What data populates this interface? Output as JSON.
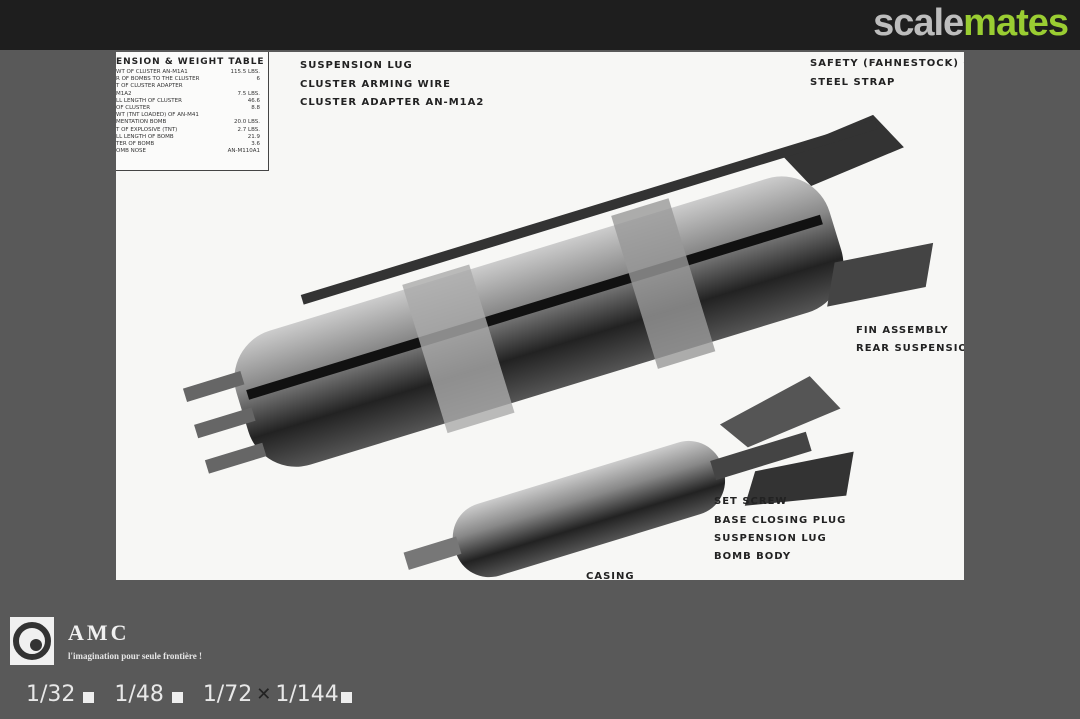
{
  "site_logo": {
    "part1": "scale",
    "part2": "mates",
    "colors": {
      "part1": "#bdbdbd",
      "part2": "#9acd32"
    }
  },
  "photo": {
    "table": {
      "title": "ENSION & WEIGHT TABLE",
      "rows": [
        [
          "WT OF CLUSTER AN-M1A1",
          "115.5 LBS."
        ],
        [
          "R OF BOMBS TO THE CLUSTER",
          "6"
        ],
        [
          "T OF CLUSTER ADAPTER",
          ""
        ],
        [
          "M1A2",
          "7.5 LBS."
        ],
        [
          "LL LENGTH OF CLUSTER",
          "46.6"
        ],
        [
          "OF CLUSTER",
          "8.8"
        ],
        [
          "WT (TNT LOADED) OF AN-M41",
          ""
        ],
        [
          "MENTATION BOMB",
          "20.0 LBS."
        ],
        [
          "T OF EXPLOSIVE (TNT)",
          "2.7 LBS."
        ],
        [
          "LL LENGTH OF BOMB",
          "21.9"
        ],
        [
          "TER OF BOMB",
          "3.6"
        ],
        [
          "OMB NOSE",
          "AN-M110A1"
        ]
      ]
    },
    "labels_top_left": [
      "SUSPENSION LUG",
      "CLUSTER ARMING WIRE",
      "CLUSTER ADAPTER AN-M1A2"
    ],
    "labels_top_right": [
      "SAFETY (FAHNESTOCK) CLIP",
      "STEEL STRAP"
    ],
    "labels_mid_right": [
      "FIN ASSEMBLY",
      "REAR SUSPENSION"
    ],
    "labels_bottom": [
      "SET SCREW",
      "BASE CLOSING PLUG",
      "SUSPENSION LUG",
      "BOMB BODY"
    ],
    "label_casing": "CASING"
  },
  "brand": {
    "name": "AMC",
    "tagline": "l'imagination pour seule frontière !"
  },
  "scales": [
    {
      "label": "1/32",
      "selected": false
    },
    {
      "label": "1/48",
      "selected": false
    },
    {
      "label": "1/72",
      "selected": true
    },
    {
      "label": "1/144",
      "selected": false
    }
  ],
  "scale_marker_selected": "✕"
}
